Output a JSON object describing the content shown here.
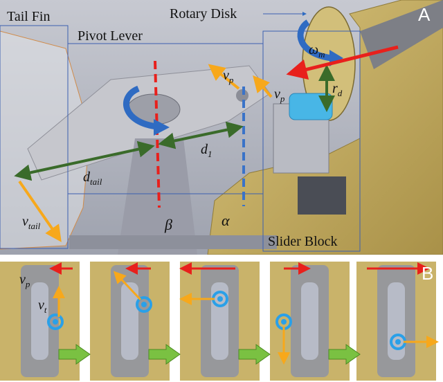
{
  "panel_a": {
    "letter": "A",
    "labels": {
      "tail_fin": "Tail Fin",
      "pivot_lever": "Pivot Lever",
      "rotary_disk": "Rotary Disk",
      "slider_block": "Slider Block"
    },
    "symbols": {
      "omega_main": "ω",
      "omega_sub": "m",
      "v_p": "v",
      "v_p_sub": "p",
      "r_d": "r",
      "r_d_sub": "d",
      "d_1": "d",
      "d_1_sub": "1",
      "d_tail": "d",
      "d_tail_sub": "tail",
      "v_tail": "v",
      "v_tail_sub": "tail",
      "beta": "β",
      "alpha": "α"
    }
  },
  "panel_b": {
    "letter": "B",
    "symbols": {
      "v_p": "v",
      "v_p_sub": "p",
      "v_t": "v",
      "v_t_sub": "t"
    },
    "frame_count": 5
  },
  "colors": {
    "background_gray": "#a7abb6",
    "brass": "#c9b36a",
    "arrow_red": "#e8201c",
    "arrow_orange": "#f7a81b",
    "arrow_green": "#3a6b2a",
    "arrow_blue": "#2f6bc2",
    "axis_red": "#e8201c",
    "axis_blue": "#3a73c8",
    "step_green": "#7ac142",
    "pin_blue": "#2aa0e8"
  }
}
